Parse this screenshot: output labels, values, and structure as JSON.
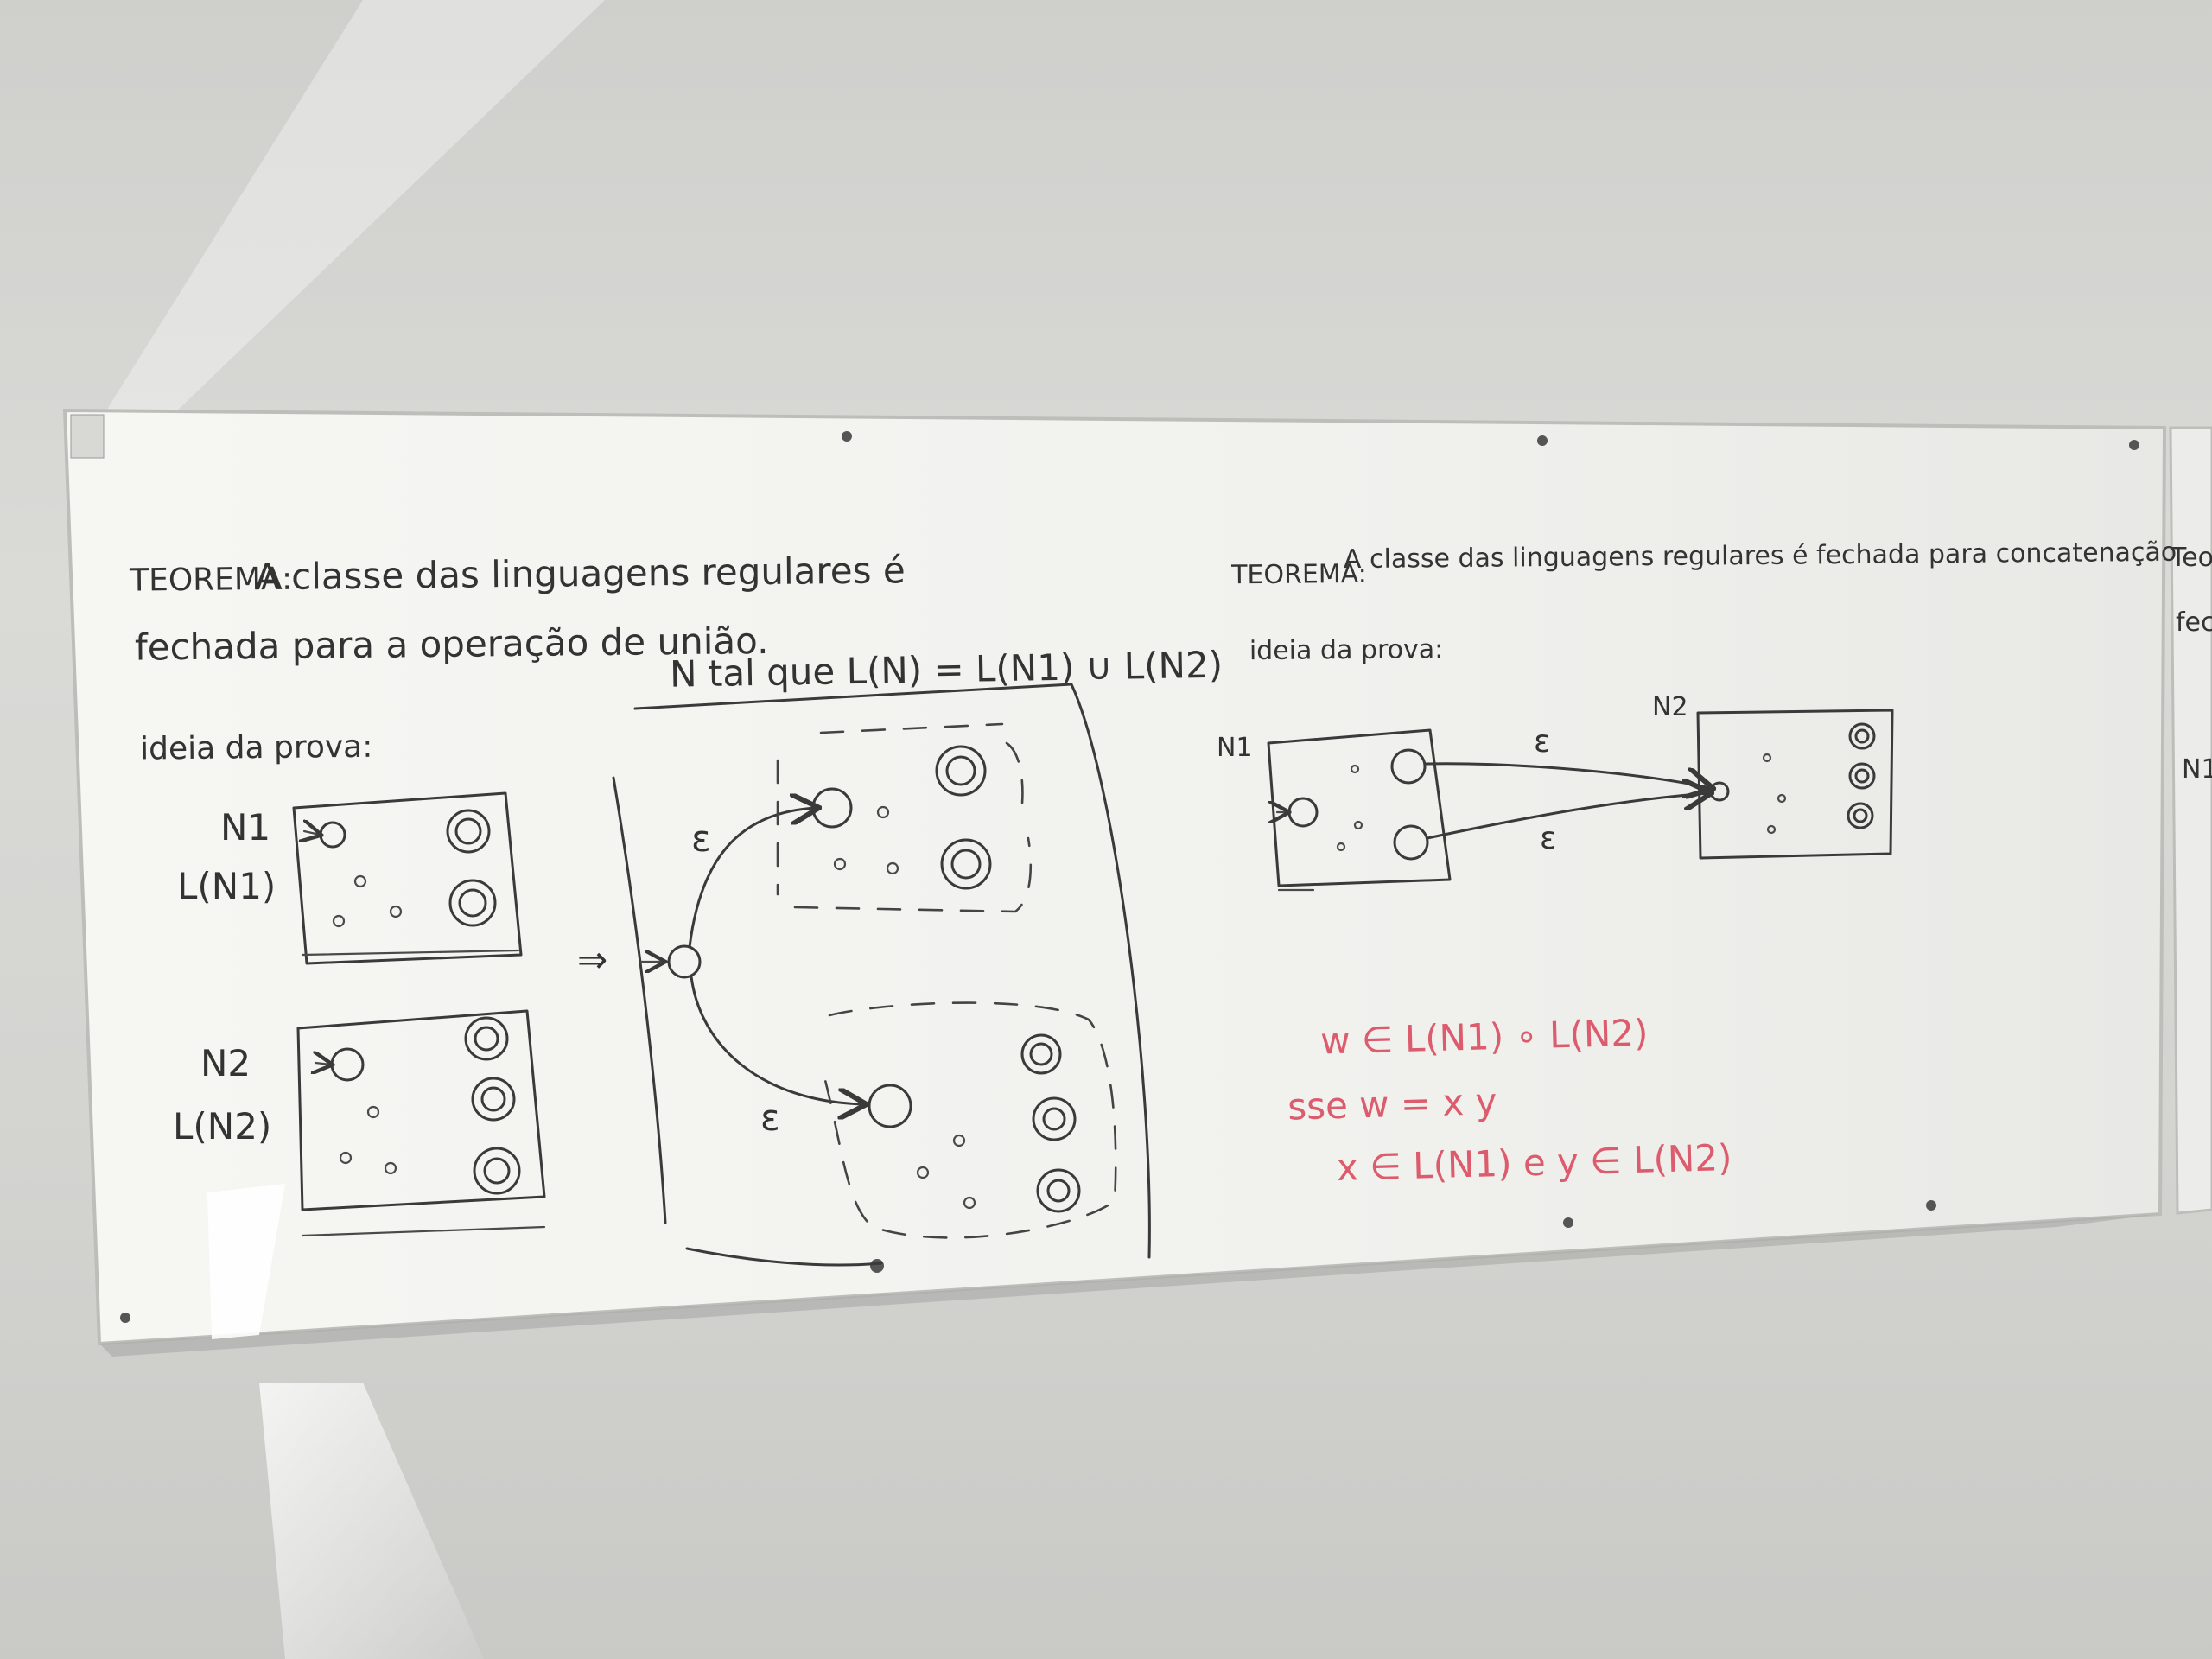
{
  "left_panel": {
    "theorem_label": "TEOREMA:",
    "theorem_line1": "A classe das linguagens regulares é",
    "theorem_line2": "fechada para a operação de união.",
    "proof_idea": "ideia da prova:",
    "n1_label": "N1",
    "ln1_label": "L(N1)",
    "n2_label": "N2",
    "ln2_label": "L(N2)",
    "implies": "⇒",
    "n_heading": "N tal que L(N) = L(N1) ∪ L(N2)",
    "epsilon_top": "ε",
    "epsilon_bottom": "ε"
  },
  "right_panel": {
    "theorem_label": "TEOREMA:",
    "theorem_line1": "A classe das linguagens regulares é fechada para concatenação",
    "proof_idea": "ideia da prova:",
    "n1_label": "N1",
    "n2_label": "N2",
    "epsilon_top": "ε",
    "epsilon_bottom": "ε",
    "red_line1": "w ∈ L(N1) ∘ L(N2)",
    "red_line2": "sse w = x y",
    "red_line3": "x ∈ L(N1) e y ∈ L(N2)"
  },
  "edge_panel": {
    "fragment1": "Teore",
    "fragment2": "fech",
    "fragment3": "N1"
  },
  "colors": {
    "board": "#f2f2ee",
    "ink": "#3a3a3a",
    "marker_red": "#dc5b6c"
  }
}
